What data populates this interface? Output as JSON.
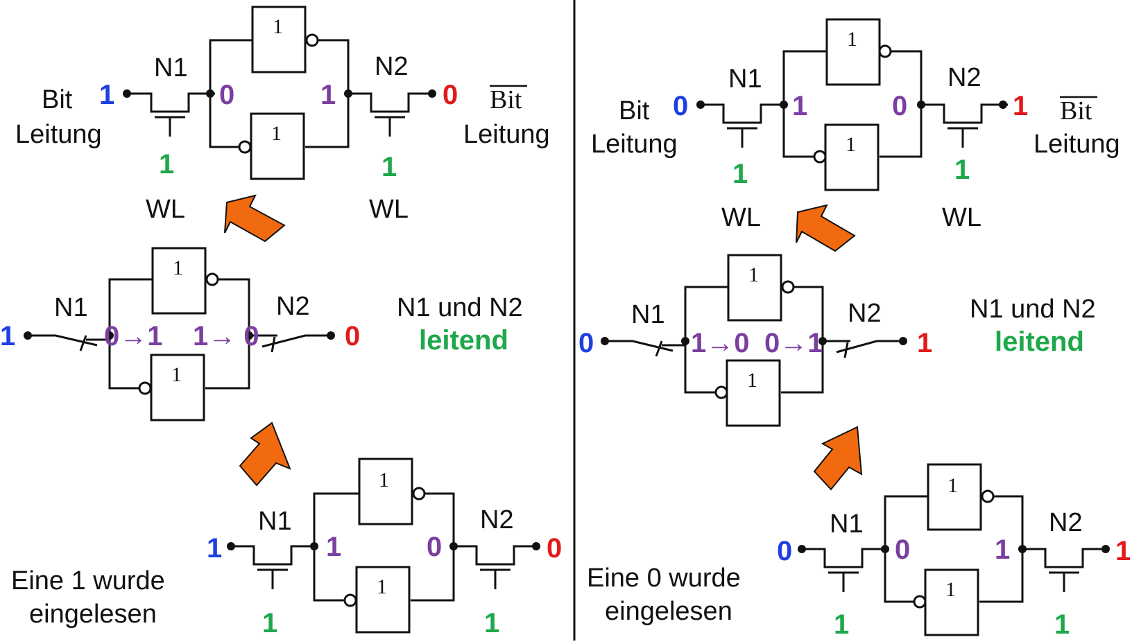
{
  "colors": {
    "blue": "#1f3fe0",
    "purple": "#7b3fa0",
    "red": "#e01b1b",
    "green": "#1ea84b",
    "arrow": "#f26a10",
    "line": "#111111"
  },
  "labels": {
    "bit": "Bit",
    "leitung": "Leitung",
    "bit_bar": "Bit",
    "n1": "N1",
    "n2": "N2",
    "wl": "WL",
    "gate": "1",
    "und": "N1 und N2",
    "leitend": "leitend",
    "transition_01": "0→1",
    "transition_10": "1→0"
  },
  "left": {
    "top": {
      "bit": "1",
      "q": "0",
      "qbar": "1",
      "bitbar": "0",
      "wl1": "1",
      "wl2": "1"
    },
    "mid": {
      "in": "1",
      "out": "0",
      "t_left": "0→1",
      "t_right": "1→ 0"
    },
    "bottom": {
      "bit": "1",
      "q": "1",
      "qbar": "0",
      "bitbar": "0",
      "wl1": "1",
      "wl2": "1"
    },
    "caption_1": "Eine 1 wurde",
    "caption_2": "eingelesen"
  },
  "right": {
    "top": {
      "bit": "0",
      "q": "1",
      "qbar": "0",
      "bitbar": "1",
      "wl1": "1",
      "wl2": "1"
    },
    "mid": {
      "in": "0",
      "out": "1",
      "t_left": "1→0",
      "t_right": "0→1"
    },
    "bottom": {
      "bit": "0",
      "q": "0",
      "qbar": "1",
      "bitbar": "1",
      "wl1": "1",
      "wl2": "1"
    },
    "caption_1": "Eine 0 wurde",
    "caption_2": "eingelesen"
  }
}
